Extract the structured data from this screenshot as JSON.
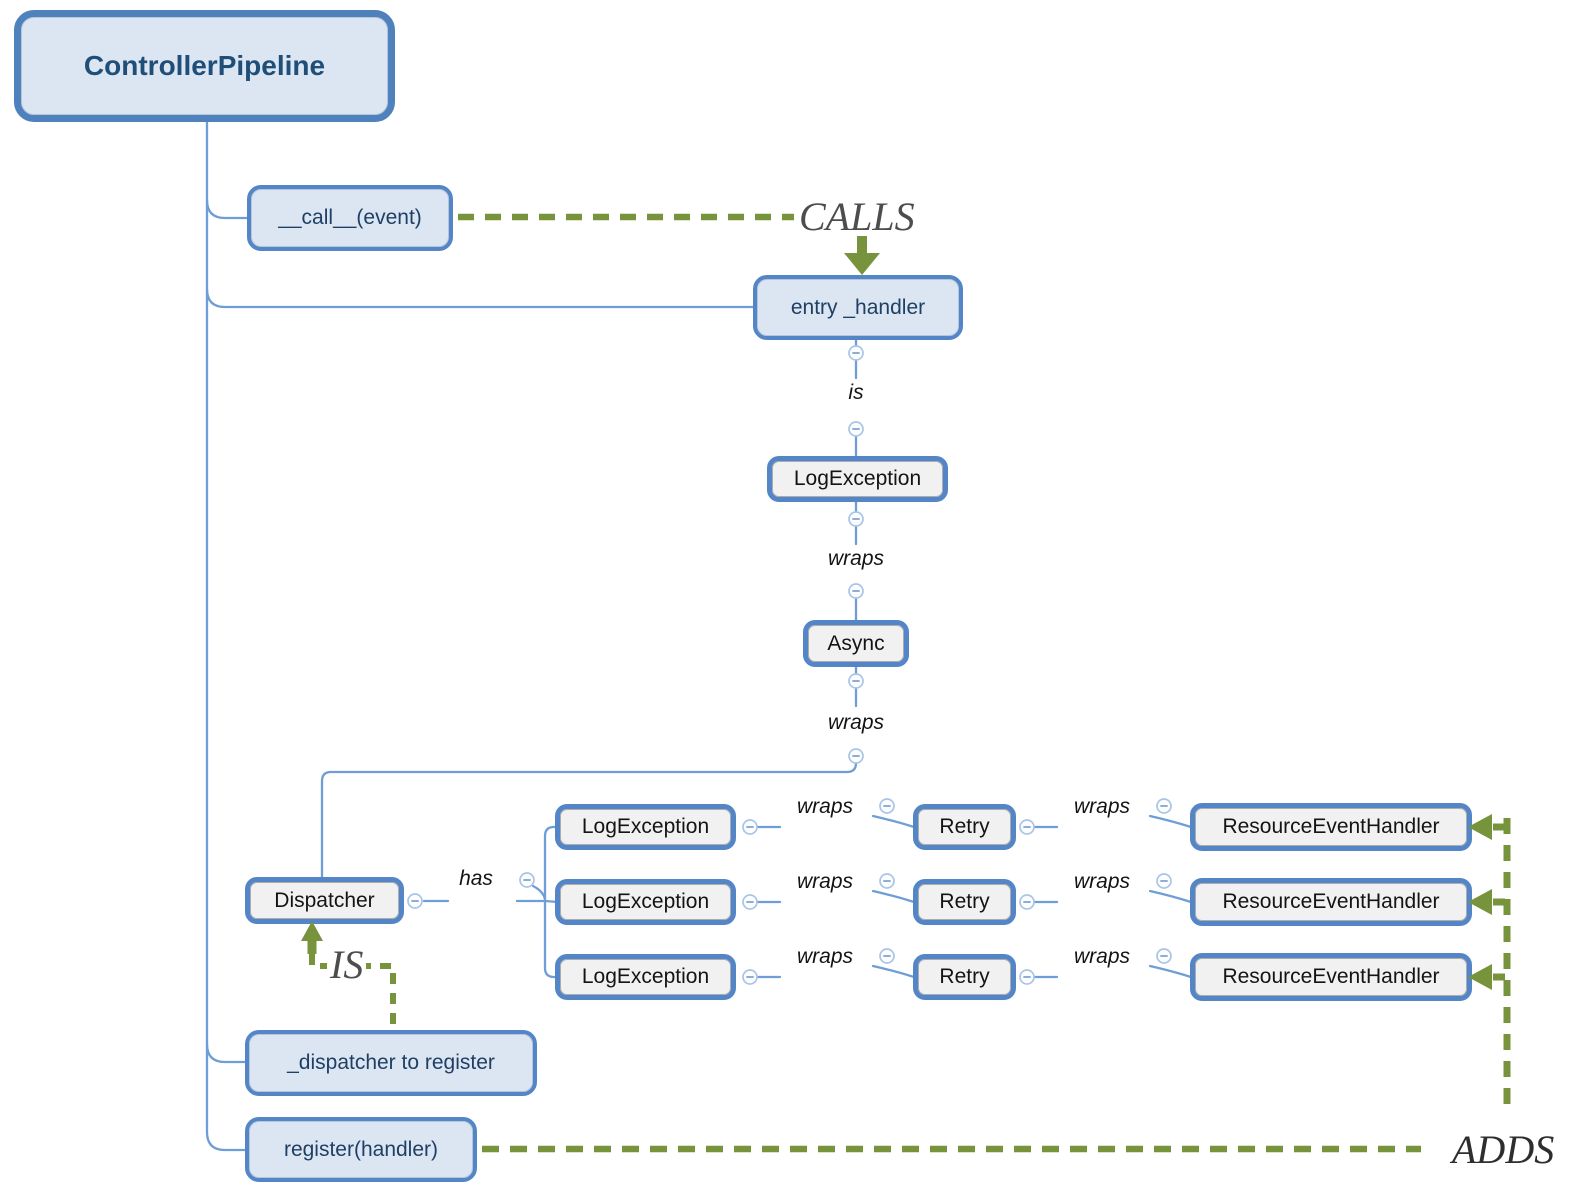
{
  "root_node": {
    "label": "ControllerPipeline"
  },
  "nodes": {
    "call_method": "__call__(event)",
    "entry_handler": "entry _handler",
    "log_exception": "LogException",
    "async_wrapper": "Async",
    "dispatcher": "Dispatcher",
    "dispatcher_to_register": "_dispatcher to register",
    "register_method": "register(handler)"
  },
  "relationship_labels": {
    "is": "is",
    "wraps_entry": "wraps",
    "wraps_async": "wraps",
    "has": "has"
  },
  "callout_labels": {
    "calls": "CALLS",
    "is_caps": "IS",
    "adds": "ADDS"
  },
  "handler_rows": [
    {
      "log": "LogException",
      "wraps_retry": "wraps",
      "retry": "Retry",
      "wraps_handler": "wraps",
      "handler": "ResourceEventHandler"
    },
    {
      "log": "LogException",
      "wraps_retry": "wraps",
      "retry": "Retry",
      "wraps_handler": "wraps",
      "handler": "ResourceEventHandler"
    },
    {
      "log": "LogException",
      "wraps_retry": "wraps",
      "retry": "Retry",
      "wraps_handler": "wraps",
      "handler": "ResourceEventHandler"
    }
  ],
  "icons": {
    "collapse": "minus-circle"
  },
  "colors": {
    "root_border_blue": "#4f81bd",
    "node_border_blue": "#5486c7",
    "node_fill_blue": "#dce6f2",
    "node_fill_gray": "#f1f1f1",
    "connector_blue": "#6f9ed6",
    "relation_green": "#77933c",
    "node_text_navy": "#1f4064",
    "callout_gray": "#4d4d4d"
  }
}
